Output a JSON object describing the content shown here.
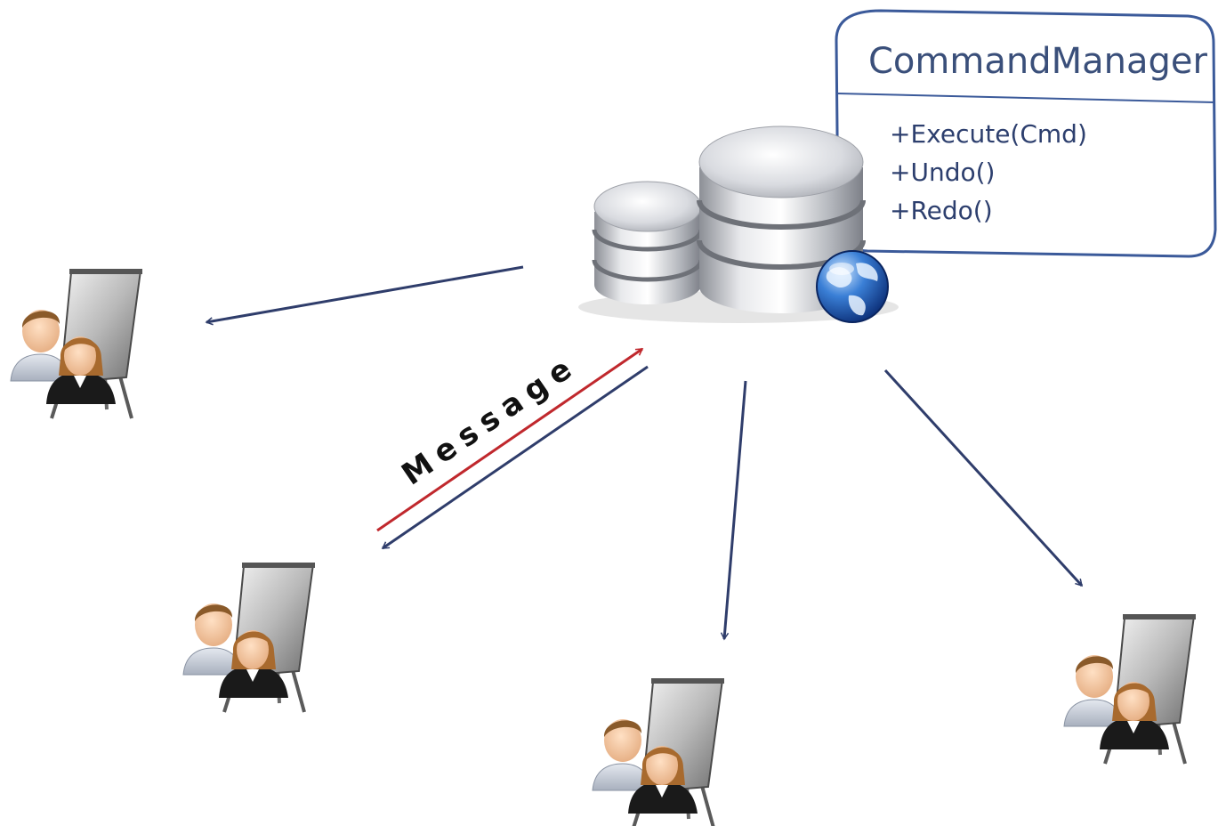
{
  "class_box": {
    "name": "CommandManager",
    "methods": [
      "+Execute(Cmd)",
      "+Undo()",
      "+Redo()"
    ]
  },
  "message_label": "Message",
  "icons": {
    "server": "database-server-icon",
    "globe": "globe-icon",
    "client": "presenter-users-icon"
  },
  "colors": {
    "arrow": "#2f3d6b",
    "message_arrow": "#c0282d",
    "box_border": "#3b5a9a",
    "box_text": "#2d3f6e"
  }
}
